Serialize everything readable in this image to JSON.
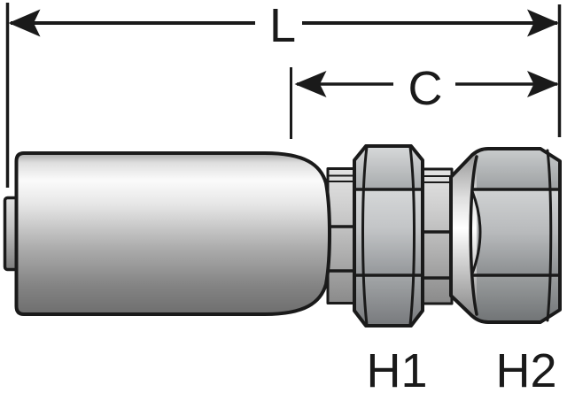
{
  "figure": {
    "kind": "hydraulic-coupling-dimension-diagram",
    "background": "#ffffff",
    "line_color": "#1a1a1a",
    "labels": {
      "overall_length": "L",
      "cutoff_length": "C",
      "hex1": "H1",
      "hex2": "H2"
    },
    "parts": [
      "hose-stub",
      "crimp-ferrule",
      "serrated-collar-1",
      "hex-nut-h1",
      "serrated-collar-2",
      "female-swivel-nut-h2"
    ]
  }
}
